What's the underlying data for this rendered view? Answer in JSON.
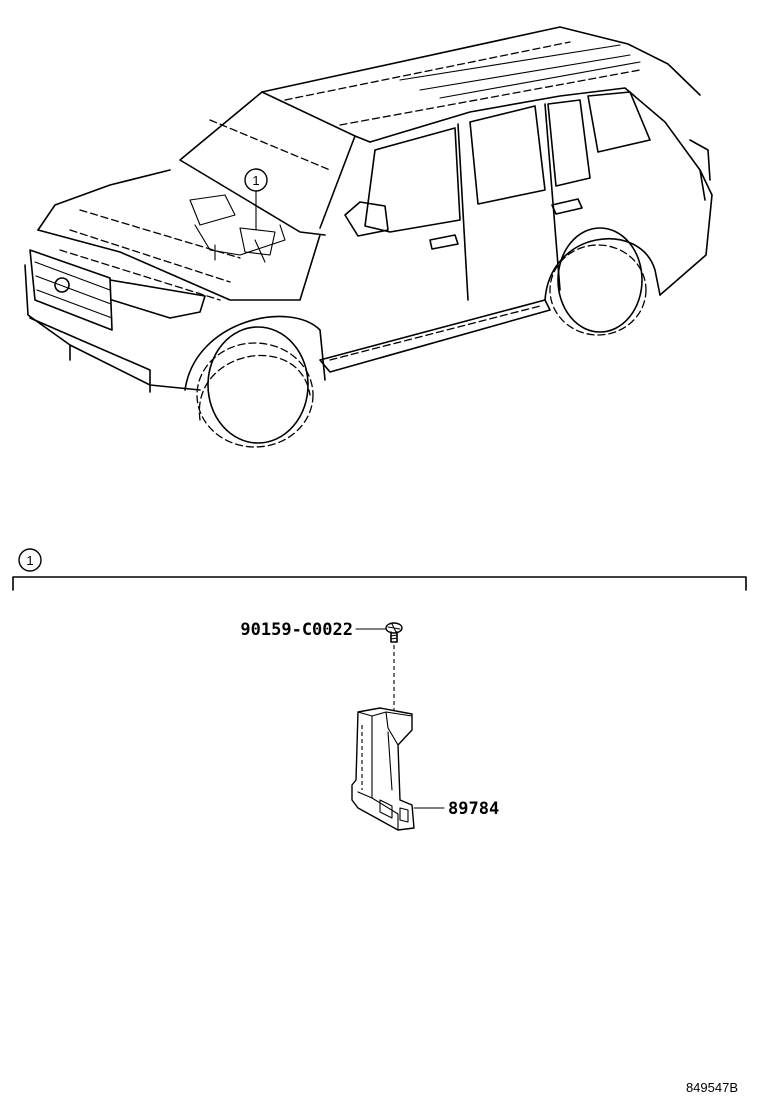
{
  "vehicle_view": {
    "callout_number": "1"
  },
  "detail_section": {
    "callout_number": "1",
    "parts": [
      {
        "part_number": "90159-C0022",
        "item": "screw"
      },
      {
        "part_number": "89784",
        "item": "module"
      }
    ]
  },
  "drawing_id": "849547B"
}
